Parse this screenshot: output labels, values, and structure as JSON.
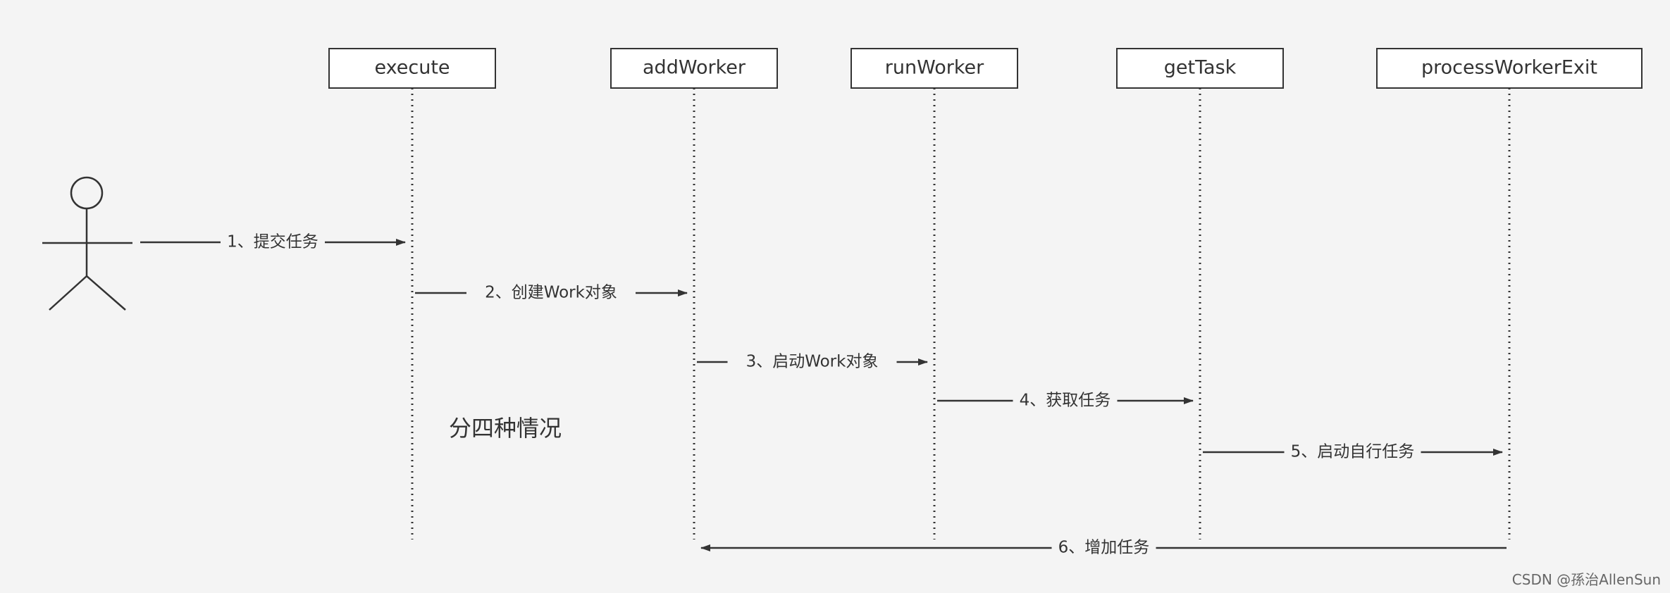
{
  "diagram": {
    "type": "sequence",
    "lifelines": [
      {
        "id": "execute",
        "label": "execute"
      },
      {
        "id": "addWorker",
        "label": "addWorker"
      },
      {
        "id": "runWorker",
        "label": "runWorker"
      },
      {
        "id": "getTask",
        "label": "getTask"
      },
      {
        "id": "processWorkerExit",
        "label": "processWorkerExit"
      }
    ],
    "messages": [
      {
        "from": "actor",
        "to": "execute",
        "label": "1、提交任务"
      },
      {
        "from": "execute",
        "to": "addWorker",
        "label": "2、创建Work对象"
      },
      {
        "from": "addWorker",
        "to": "runWorker",
        "label": "3、启动Work对象"
      },
      {
        "from": "runWorker",
        "to": "getTask",
        "label": "4、获取任务"
      },
      {
        "from": "getTask",
        "to": "processWorkerExit",
        "label": "5、启动自行任务"
      },
      {
        "from": "processWorkerExit",
        "to": "addWorker",
        "label": "6、增加任务"
      }
    ],
    "note": "分四种情况",
    "watermark": "CSDN @孫治AllenSun"
  }
}
